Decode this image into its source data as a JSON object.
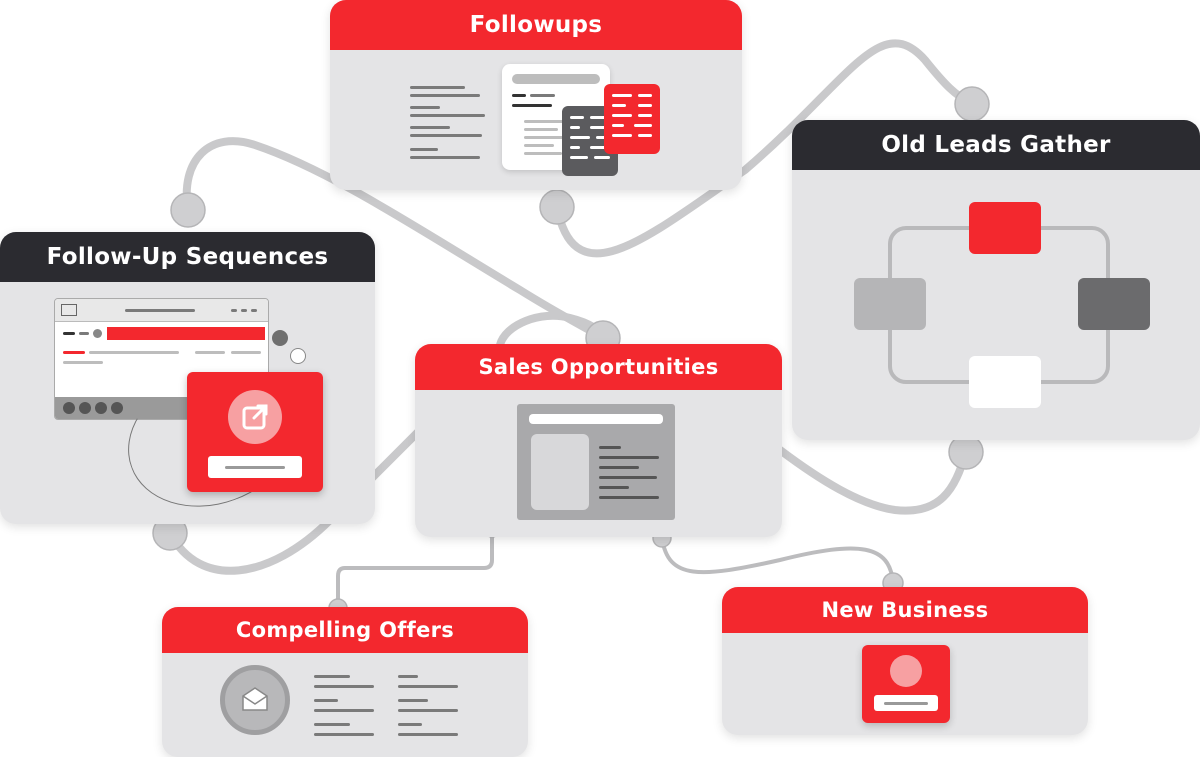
{
  "diagram": {
    "nodes": [
      {
        "id": "followups",
        "title": "Followups",
        "header_color": "#f3282e"
      },
      {
        "id": "old-leads-gather",
        "title": "Old Leads Gather",
        "header_color": "#2b2b30"
      },
      {
        "id": "follow-up-sequences",
        "title": "Follow-Up Sequences",
        "header_color": "#2b2b30"
      },
      {
        "id": "sales-opportunities",
        "title": "Sales Opportunities",
        "header_color": "#f3282e"
      },
      {
        "id": "compelling-offers",
        "title": "Compelling Offers",
        "header_color": "#f3282e"
      },
      {
        "id": "new-business",
        "title": "New Business",
        "header_color": "#f3282e"
      }
    ],
    "colors": {
      "accent": "#f3282e",
      "dark": "#2b2b30",
      "card": "#e4e4e6",
      "connector": "#c9c9cb",
      "connector_dot": "#cfcfd1"
    }
  }
}
